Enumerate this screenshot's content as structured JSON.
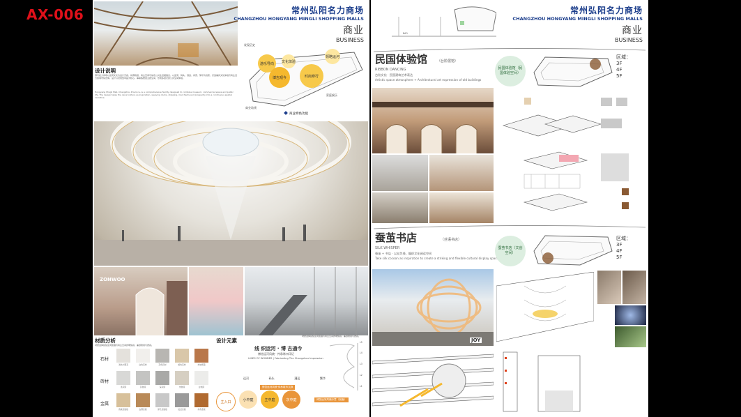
{
  "code": "AX-006",
  "header": {
    "title_cn": "常州弘阳名力商场",
    "title_en": "CHANGZHOU HONGYANG MINGLI SHOPPING MALLS",
    "section_cn": "商业",
    "section_en": "BUSINESS"
  },
  "left": {
    "design_notes": {
      "title": "设计说明",
      "text_cn": "博与名力商场以运河文化为设计灵感，将博物馆、商业空间与城市公共生活相融合，以运河、码头、漕运、商贾、繁华为线索，打造兼具文化体验与商业活力的城市综合体。设计以流线型中庭为核心，串联各楼层主题空间，形成多层次的公共空间体验。",
      "text_en": "Hongyang Mingli Mall, Changzhou Province, is a comprehensive facility designed to combine museum, commercial space and public life. The design takes the canal culture as inspiration, weaving docks, shipping, merchants and prosperity into a continuous spatial narrative."
    },
    "diagram": {
      "bubbles": [
        "游乐导向",
        "博古观今",
        "时尚穿行",
        "文化体验",
        "领略运河"
      ],
      "labels": [
        "发现历史",
        "家庭娱乐",
        "商业动线"
      ],
      "legend": "商业特色功能"
    },
    "materials": {
      "title": "材质分析",
      "intro": "材质选择延续运河肌理与商业空间的明快感，兼顾耐用与质感。",
      "rows": [
        {
          "label": "石材",
          "items": [
            "浅色大理石",
            "白色石材",
            "灰色石材",
            "暖色石材",
            "木纹饰面"
          ]
        },
        {
          "label": "砖材",
          "items": [
            "浅灰砖",
            "灰色砖",
            "深灰砖",
            "米色砖",
            "白色砖"
          ]
        },
        {
          "label": "金属",
          "items": [
            "香槟金属板",
            "古铜金属",
            "穿孔金属板",
            "拉丝金属",
            "木色金属"
          ]
        }
      ],
      "colors": [
        "#d9d7d2",
        "#c9c3b8",
        "#a8a39a",
        "#b56b3a",
        "#8a5a33"
      ]
    },
    "design_elements": {
      "title": "设计元素",
      "slogan_cn": "线 织运河 · 博 古通今",
      "slogan_sub": "博览运河风貌 · 传承常州印记",
      "slogan_en": "LINES OF WONDER | Fabricating The Changzhou Impression",
      "flow": [
        "运河",
        "码头",
        "漕运",
        "繁华"
      ],
      "flow_label": "博览运河风貌·传承城市文脉",
      "bubbles": [
        "主入口",
        "小中庭",
        "主中庭",
        "次中庭"
      ],
      "levels": [
        "L5",
        "L4",
        "L3",
        "L2",
        "L1"
      ],
      "section_label": "博览运河风貌示意（剖面）"
    }
  },
  "right": {
    "exp_hall": {
      "title_cn": "民国体验馆",
      "title_sub": "（台阶展馆）",
      "subtitle": "RIBBON DANCING",
      "line_cn": "台阶文化 · 民国建筑艺术表达",
      "line_en": "Artistic space atmosphere + Architectural art expression of old buildings",
      "bubble": "民国体验馆（民国体验空间）",
      "area_label": "区域：",
      "floors": [
        "3F",
        "4F",
        "5F"
      ]
    },
    "bookstore": {
      "title_cn": "蚕茧书店",
      "title_sub": "（丝语书店）",
      "subtitle": "SILK WHISPER",
      "line_cn": "蚕茧 + 书店 · 以丝为线，编织文化阅读空间",
      "line_en": "Take silk cocoon as inspiration to create a striking and flexible cultural display space",
      "bubble": "蚕茧书店（文创空间）",
      "area_label": "区域：",
      "floors": [
        "3F",
        "4F",
        "5F"
      ]
    },
    "top_tag": "BAO",
    "storefront_sign": "JOY"
  },
  "photos": {
    "shop_sign": "ZONWOO"
  }
}
